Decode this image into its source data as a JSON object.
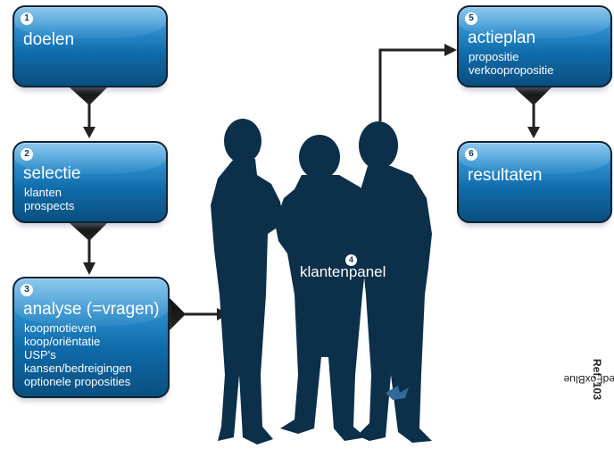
{
  "steps": [
    {
      "number": "1",
      "title": "doelen",
      "lines": []
    },
    {
      "number": "2",
      "title": "selectie",
      "lines": [
        "klanten",
        "prospects"
      ]
    },
    {
      "number": "3",
      "title": "analyse (=vragen)",
      "lines": [
        "koopmotieven",
        "koop/oriëntatie",
        "USP's",
        "kansen/bedreigingen",
        "optionele proposities"
      ]
    },
    {
      "number": "5",
      "title": "actieplan",
      "lines": [
        "propositie",
        "verkoopropositie"
      ]
    },
    {
      "number": "6",
      "title": "resultaten",
      "lines": []
    }
  ],
  "panel": {
    "number": "4",
    "label": "klantenpanel"
  },
  "copyright": {
    "text": "©RedFoxBlue",
    "ref": "Ref. 103"
  },
  "colors": {
    "box_top": "#5fb2e6",
    "box_bottom": "#0a4f80",
    "silhouette": "#0c2f4a",
    "arrow": "#222222"
  }
}
